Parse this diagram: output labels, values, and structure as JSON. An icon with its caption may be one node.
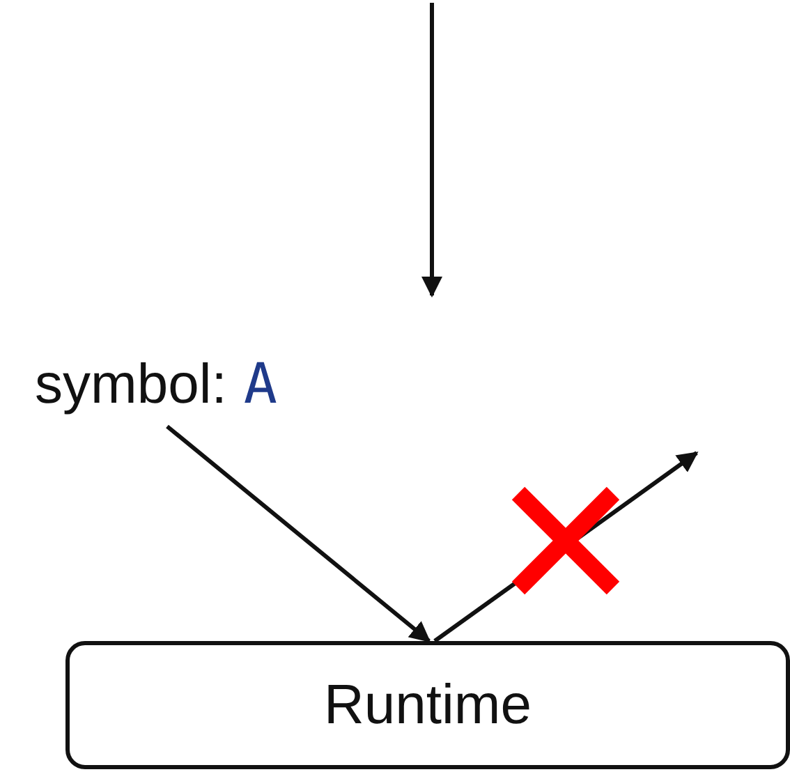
{
  "diagram": {
    "nodes": [
      {
        "text": [
          "symbol:",
          "A"
        ]
      },
      {
        "text": [
          "Runtime"
        ]
      }
    ],
    "edges": [
      {
        "from": 0,
        "to": 1,
        "arrow": "to"
      },
      {
        "from": 1,
        "to": null,
        "arrow": "to"
      }
    ]
  }
}
